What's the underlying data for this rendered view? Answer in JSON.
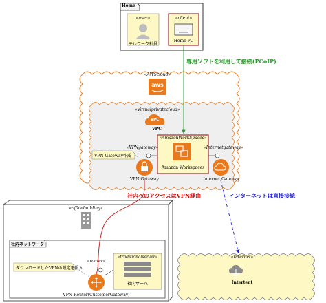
{
  "home": {
    "title": "Home",
    "user": {
      "stereotype": "«user»",
      "label": "テレワーク社員"
    },
    "client": {
      "stereotype": "«client»",
      "label": "Home PC"
    }
  },
  "edges": {
    "pcoip": "専用ソフトを利用して接続(PCoIP)",
    "vpn_access": "社内へのアクセスはVPN経由",
    "internet_direct": "インターネットは直接接続"
  },
  "aws": {
    "stereotype": "«AWScloud»",
    "logo_text": "aws"
  },
  "vpc": {
    "stereotype": "«virtualprivatecloud»",
    "icon_text": "VPC",
    "label": "VPC"
  },
  "workspaces": {
    "stereotype": "«AmazonWorkSpaces»",
    "label": "Amazon Workspaces"
  },
  "vpn_gateway": {
    "stereotype": "«VPNgateway»",
    "label": "VPN Gateway",
    "note": "VPN Gateway作成"
  },
  "internet_gateway": {
    "stereotype": "«Internetgateway»",
    "label": "Internet Gateway"
  },
  "office": {
    "stereotype": "«officebuilding»",
    "network_title": "社内ネットワーク",
    "router_stereotype": "«router»",
    "router_label": "VPN Router(CustomerGateway)",
    "server_stereotype": "«traditionalserver»",
    "server_label": "社内サーバ",
    "note": "ダウンロードしたVPNの設定を投入"
  },
  "internet": {
    "stereotype": "«Internet»",
    "label": "Intertent"
  },
  "colors": {
    "aws_orange": "#e8791d",
    "note_yellow": "#fdf8c4",
    "client_red": "#a32a3e",
    "edge_green": "#2a9a2a",
    "edge_red": "#d01010",
    "edge_blue": "#2020d0"
  }
}
